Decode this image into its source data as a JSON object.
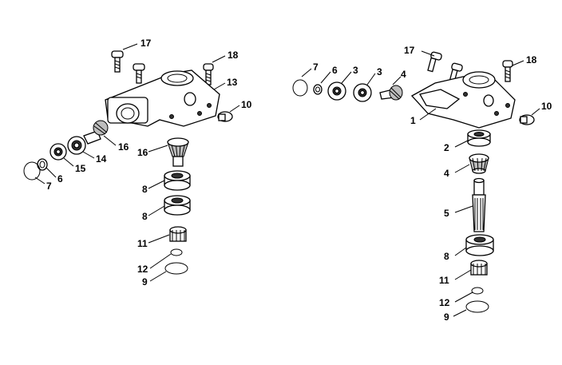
{
  "callouts": [
    {
      "id": "l17",
      "text": "17"
    },
    {
      "id": "l18",
      "text": "18"
    },
    {
      "id": "l13",
      "text": "13"
    },
    {
      "id": "l10",
      "text": "10"
    },
    {
      "id": "l16a",
      "text": "16"
    },
    {
      "id": "l14",
      "text": "14"
    },
    {
      "id": "l15",
      "text": "15"
    },
    {
      "id": "l6",
      "text": "6"
    },
    {
      "id": "l7",
      "text": "7"
    },
    {
      "id": "l16b",
      "text": "16"
    },
    {
      "id": "l8a",
      "text": "8"
    },
    {
      "id": "l8b",
      "text": "8"
    },
    {
      "id": "l11",
      "text": "11"
    },
    {
      "id": "l12",
      "text": "12"
    },
    {
      "id": "l9",
      "text": "9"
    },
    {
      "id": "r7",
      "text": "7"
    },
    {
      "id": "r6",
      "text": "6"
    },
    {
      "id": "r3a",
      "text": "3"
    },
    {
      "id": "r3b",
      "text": "3"
    },
    {
      "id": "r4a",
      "text": "4"
    },
    {
      "id": "r17",
      "text": "17"
    },
    {
      "id": "r18",
      "text": "18"
    },
    {
      "id": "r10",
      "text": "10"
    },
    {
      "id": "r1",
      "text": "1"
    },
    {
      "id": "r2",
      "text": "2"
    },
    {
      "id": "r4b",
      "text": "4"
    },
    {
      "id": "r5",
      "text": "5"
    },
    {
      "id": "r8",
      "text": "8"
    },
    {
      "id": "r11",
      "text": "11"
    },
    {
      "id": "r12",
      "text": "12"
    },
    {
      "id": "r9",
      "text": "9"
    }
  ]
}
